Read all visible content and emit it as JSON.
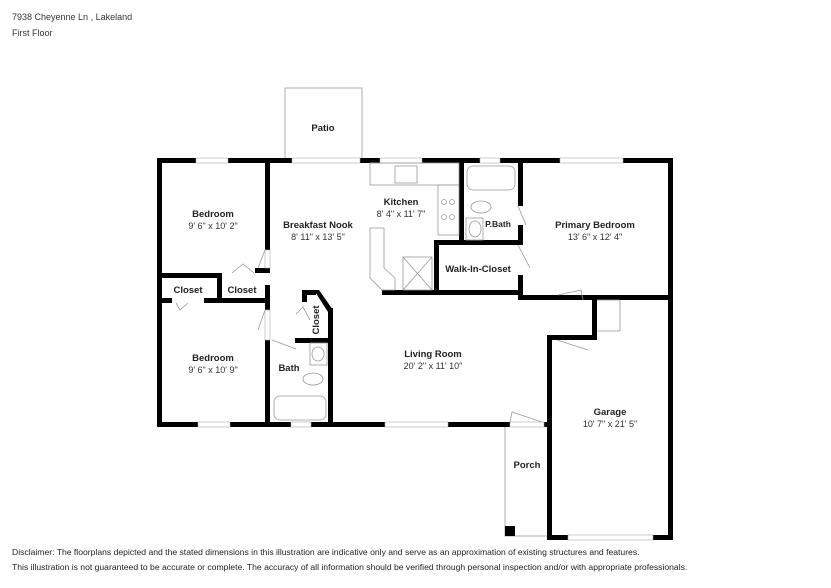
{
  "header": {
    "address": "7938 Cheyenne Ln , Lakeland",
    "floor": "First Floor"
  },
  "rooms": {
    "patio": {
      "name": "Patio"
    },
    "bedroom1": {
      "name": "Bedroom",
      "dims": "9' 6\" x 10' 2\""
    },
    "breakfast_nook": {
      "name": "Breakfast Nook",
      "dims": "8' 11\" x 13' 5\""
    },
    "kitchen": {
      "name": "Kitchen",
      "dims": "8' 4\" x 11' 7\""
    },
    "pbath": {
      "name": "P.Bath"
    },
    "walk_in_closet": {
      "name": "Walk-In-Closet"
    },
    "primary_bedroom": {
      "name": "Primary Bedroom",
      "dims": "13' 6\" x 12' 4\""
    },
    "closet1": {
      "name": "Closet"
    },
    "closet2": {
      "name": "Closet"
    },
    "closet3": {
      "name": "Closet"
    },
    "bedroom2": {
      "name": "Bedroom",
      "dims": "9' 6\" x 10' 9\""
    },
    "bath": {
      "name": "Bath"
    },
    "living_room": {
      "name": "Living Room",
      "dims": "20' 2\" x 11' 10\""
    },
    "garage": {
      "name": "Garage",
      "dims": "10' 7\" x 21' 5\""
    },
    "porch": {
      "name": "Porch"
    }
  },
  "disclaimer": {
    "line1": "Disclaimer: The floorplans depicted and the stated dimensions in this illustration are indicative only and serve as an approximation of existing structures and features.",
    "line2": "This illustration is not guaranteed to be accurate or complete. The accuracy of all information should be verified through personal inspection and/or with appropriate professionals."
  }
}
